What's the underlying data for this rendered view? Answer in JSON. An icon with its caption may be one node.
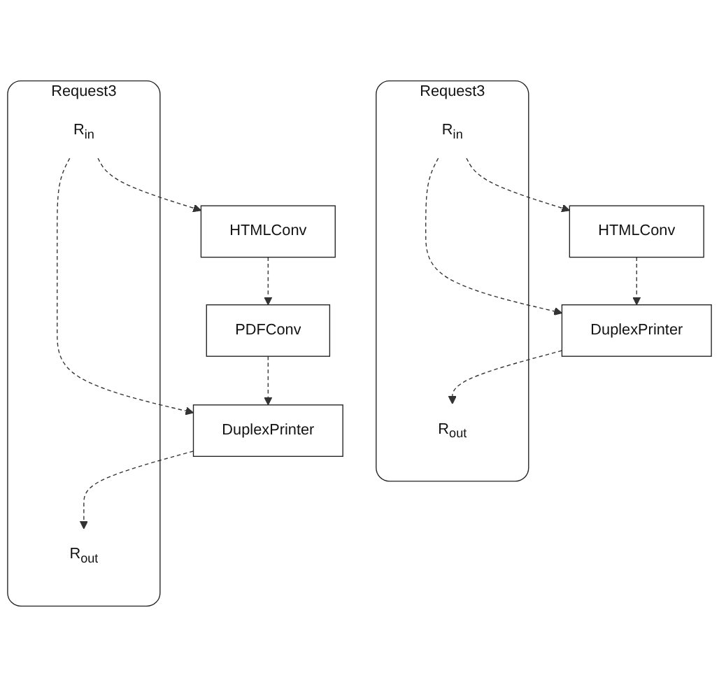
{
  "diagram": {
    "nodes": [
      {
        "text": [
          "Request3"
        ]
      },
      {
        "text": [
          "R$_{in}$"
        ],
        "in": 0
      },
      {
        "text": [
          "R$_{out}$"
        ],
        "in": 0
      },
      {
        "text": [
          "HTMLConv"
        ]
      },
      {
        "text": [
          "DuplexPrinter"
        ]
      },
      {
        "text": [
          "Request3"
        ]
      },
      {
        "text": [
          "R$_{in}$"
        ],
        "in": 5
      },
      {
        "text": [
          "R$_{out}$"
        ],
        "in": 5
      },
      {
        "text": [
          "HTMLConv"
        ]
      },
      {
        "text": [
          "DuplexPrinter"
        ]
      },
      {
        "text": [
          "PDFConv"
        ]
      }
    ],
    "edges": [
      {
        "from": 1,
        "to": 3,
        "arrow": "to",
        "style": "dashed"
      },
      {
        "from": 1,
        "to": 4,
        "arrow": "to",
        "style": "dashed"
      },
      {
        "from": 3,
        "to": 4,
        "arrow": "to",
        "style": "dashed"
      },
      {
        "from": 4,
        "to": 2,
        "arrow": "to",
        "style": "dashed"
      },
      {
        "from": 6,
        "to": 8,
        "arrow": "to",
        "style": "dashed"
      },
      {
        "from": 6,
        "to": 9,
        "arrow": "to",
        "style": "dashed"
      },
      {
        "from": 8,
        "to": 10,
        "arrow": "to",
        "style": "dashed"
      },
      {
        "from": 10,
        "to": 9,
        "arrow": "to",
        "style": "dashed"
      },
      {
        "from": 9,
        "to": 7,
        "arrow": "to",
        "style": "dashed"
      }
    ]
  }
}
